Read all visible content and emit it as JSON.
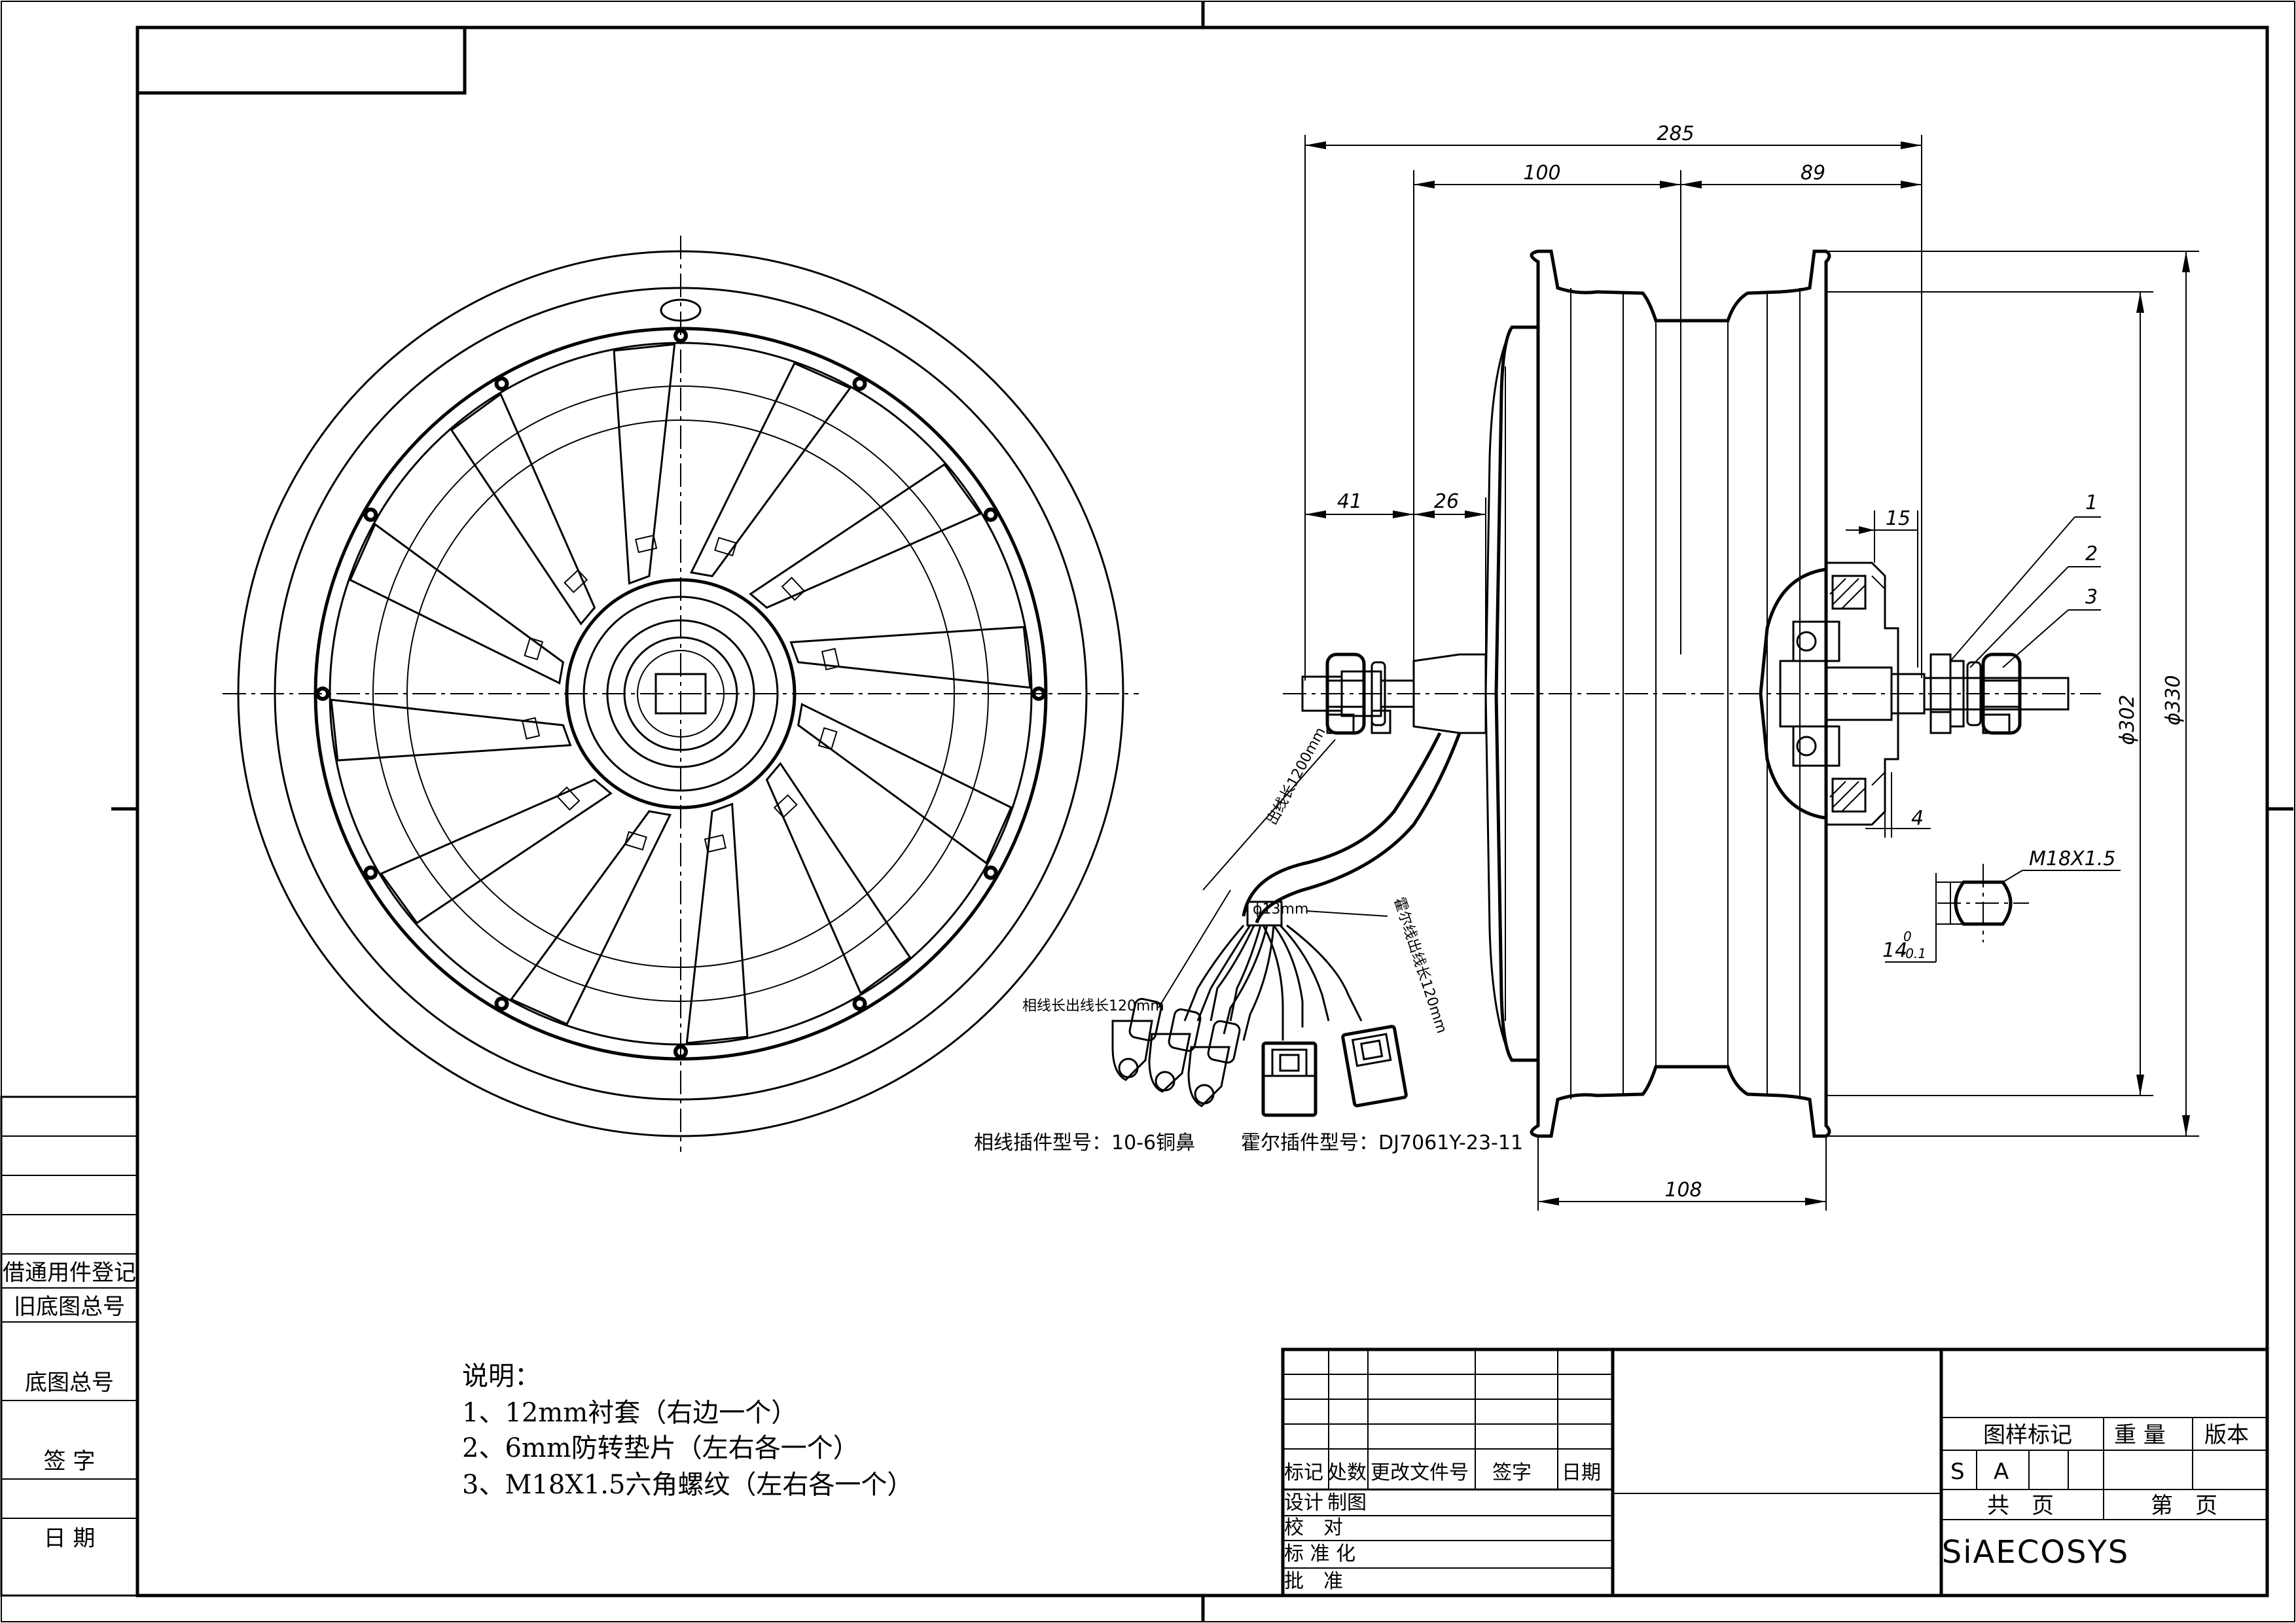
{
  "dimensions": {
    "overall_width": "285",
    "left_section": "100",
    "right_section": "89",
    "axle_left": "41",
    "axle_step": "26",
    "axle_right": "15",
    "rim_width": "108",
    "small_gap": "4",
    "dia_302": "ϕ302",
    "dia_330": "ϕ330",
    "thread_spec": "M18X1.5",
    "flat_width": "14",
    "flat_tol_upper": "0",
    "flat_tol_lower": "-0.1"
  },
  "callouts": [
    "1",
    "2",
    "3"
  ],
  "cable": {
    "phase_length": "相线长出线长120mm",
    "hall_length": "霍尔线出线长120mm",
    "outlet_length": "出线长1200mm",
    "diameter": "ϕ13mm",
    "phase_connector": "相线插件型号：10-6铜鼻",
    "hall_connector": "霍尔插件型号：DJ7061Y-23-11"
  },
  "notes": {
    "heading": "说明：",
    "items": [
      "1、12mm衬套（右边一个）",
      "2、6mm防转垫片（左右各一个）",
      "3、M18X1.5六角螺纹（左右各一个）"
    ]
  },
  "left_table": {
    "rows": [
      "借通用件登记",
      "旧底图总号",
      "底图总号",
      "签 字",
      "日 期"
    ]
  },
  "title_block": {
    "revision_headers": [
      "标记",
      "处数",
      "更改文件号",
      "签字",
      "日期"
    ],
    "roles": [
      "设计",
      "制图",
      "校　对",
      "标 准 化",
      "批　准"
    ],
    "drawing_mark_label": "图样标记",
    "weight_label": "重 量",
    "version_label": "版本",
    "marks": [
      "S",
      "A"
    ],
    "total_pages_label": "共　页",
    "page_label": "第　页",
    "company": "SiAECOSYS"
  }
}
